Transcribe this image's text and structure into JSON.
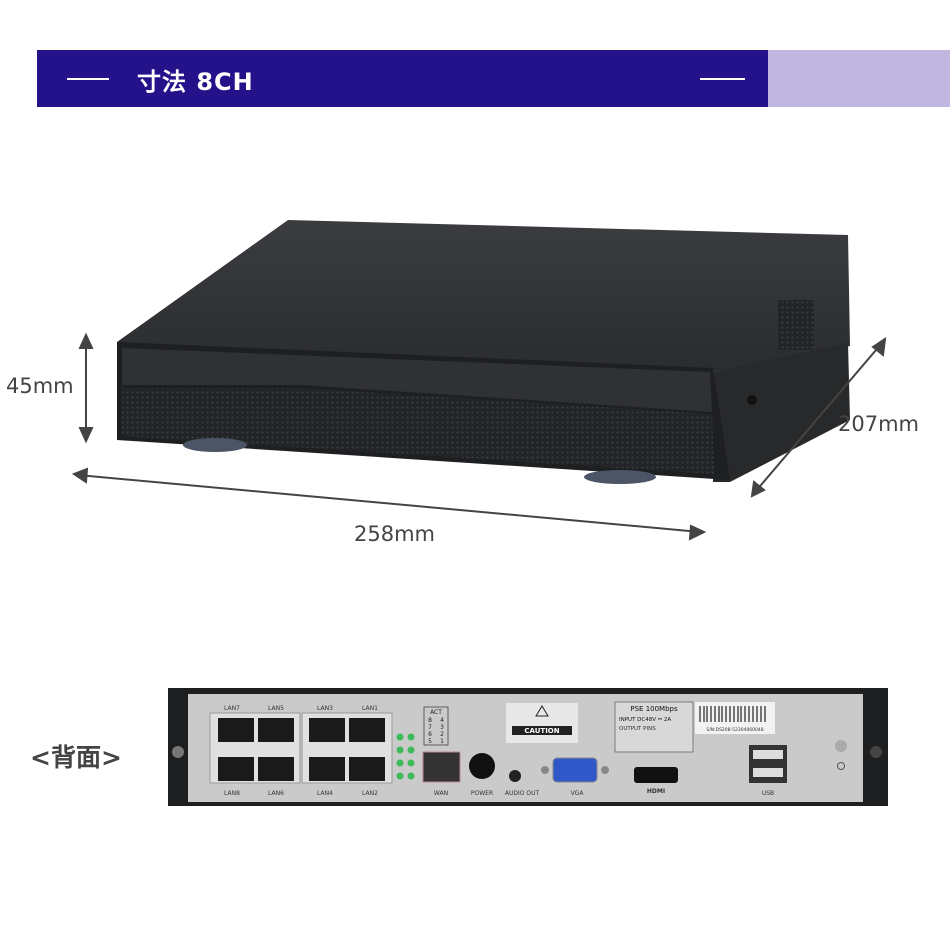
{
  "header": {
    "title": "寸法 8CH"
  },
  "dimensions": {
    "height": "45mm",
    "width": "258mm",
    "depth": "207mm"
  },
  "back_panel": {
    "label": "<背面>",
    "lan_top": [
      "LAN7",
      "LAN5",
      "LAN3",
      "LAN1"
    ],
    "lan_bottom": [
      "LAN8",
      "LAN6",
      "LAN4",
      "LAN2"
    ],
    "act_table": {
      "header": "ACT",
      "rows": [
        [
          "8",
          "4"
        ],
        [
          "7",
          "3"
        ],
        [
          "6",
          "2"
        ],
        [
          "5",
          "1"
        ]
      ]
    },
    "port_labels": {
      "wan": "WAN",
      "power": "POWER",
      "audio_out": "AUDIO OUT",
      "vga": "VGA",
      "hdmi": "HDMI",
      "usb": "USB"
    },
    "caution": "CAUTION",
    "pse_label": {
      "title": "PSE 100Mbps",
      "input": "INPUT DC48V ⎓ 2A",
      "pins": "OUTPUT PINS"
    },
    "serial": "S/N:DS208-52304060048"
  },
  "colors": {
    "banner": "#24128a",
    "banner_accent": "#c1b6e0",
    "device": "#2e3033",
    "panel": "#c9c9c9"
  }
}
